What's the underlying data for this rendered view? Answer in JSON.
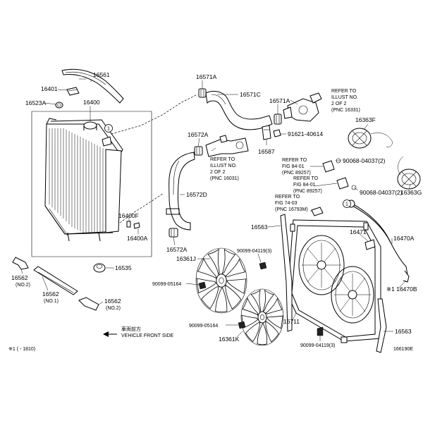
{
  "diagram_code": "166190E",
  "footnote": "※1 (     - 1810)",
  "direction": {
    "jp": "車両前方",
    "en": "VEHICLE FRONT SIDE"
  },
  "labels": {
    "p16561": "16561",
    "p16401": "16401",
    "p16523A": "16523A",
    "p16400": "16400",
    "p16571A_top": "16571A",
    "p16571C": "16571C",
    "p16571A_right": "16571A",
    "p16572A_top": "16572A",
    "p16572D": "16572D",
    "p16572A_bot": "16572A",
    "p16587": "16587",
    "p91621": "91621-40614",
    "p16363F": "16363F",
    "p16363G": "16363G",
    "p90068a": "90068-04037(2)",
    "p90068b": "90068-04037(2)",
    "p16400F": "16400F",
    "p16400A": "16400A",
    "p16535": "16535",
    "p16562_l": "16562",
    "p16562_l_sub": "(NO.2)",
    "p16562_c": "16562",
    "p16562_c_sub": "(NO.1)",
    "p16562_r": "16562",
    "p16562_r_sub": "(NO.2)",
    "p16361J": "16361J",
    "p16361K": "16361K",
    "p90099_04119_top": "90099-04119(3)",
    "p90099_04119_bot": "90099-04119(3)",
    "p90099_05164_top": "90099-05164",
    "p90099_05164_bot": "90099-05164",
    "p16563_top": "16563",
    "p16563_bot": "16563",
    "p16711": "16711",
    "p16471": "16471",
    "p16470A": "16470A",
    "p16470B": "※1 16470B",
    "circle1a": "1",
    "circle1b": "1"
  },
  "refs": {
    "ref_16331": [
      "REFER TO",
      "ILLUST NO.",
      "2 OF 2",
      "(PNC 16331)"
    ],
    "ref_16031": [
      "REFER TO",
      "ILLUST NO.",
      "2 OF 2",
      "(PNC 16031)"
    ],
    "ref_89257a": [
      "REFER TO",
      "FIG 84-01",
      "(PNC 89257)"
    ],
    "ref_89257b": [
      "REFER TO",
      "FIG 84-01",
      "(PNC 89257)"
    ],
    "ref_16793": [
      "REFER TO",
      "FIG 74-03",
      "(PNC 16793M)"
    ]
  }
}
